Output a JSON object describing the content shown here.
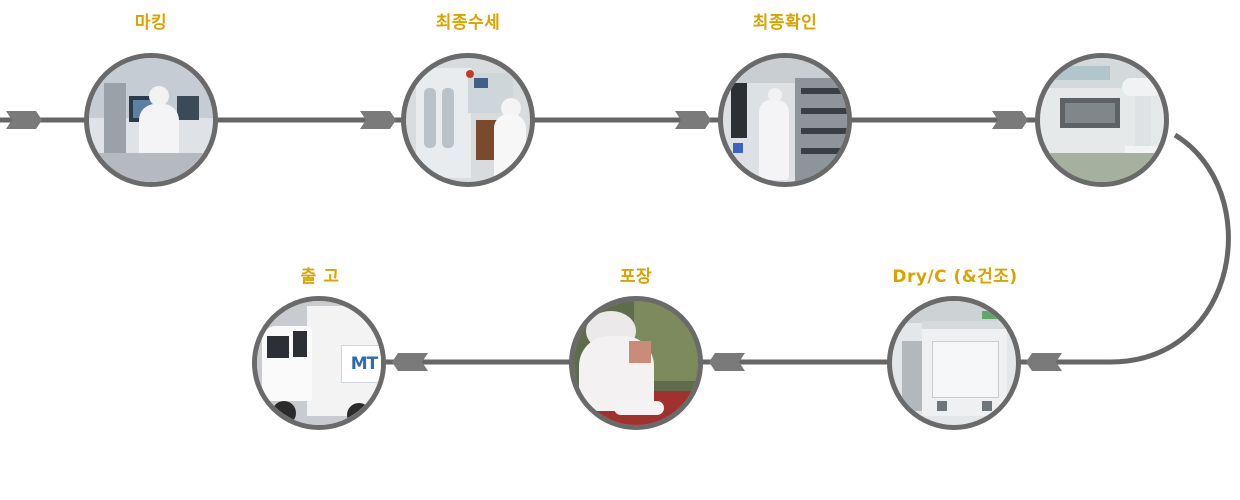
{
  "colors": {
    "line": "#666666",
    "arrow": "#7a7a7a",
    "ring": "#6a6a6a",
    "label": "#d9a400"
  },
  "steps": [
    {
      "id": "marking",
      "label": "마킹",
      "scene": "cleanroom-worker-at-machine"
    },
    {
      "id": "final-wash",
      "label": "최종수세",
      "scene": "cleanroom-washing-station"
    },
    {
      "id": "final-check",
      "label": "최종확인",
      "scene": "cleanroom-equipment-rack"
    },
    {
      "id": "inspection",
      "label": "",
      "scene": "laboratory-microscope"
    },
    {
      "id": "dry",
      "label": "Dry/C (&건조)",
      "scene": "drying-oven"
    },
    {
      "id": "packing",
      "label": "포장",
      "scene": "cleanroom-packing"
    },
    {
      "id": "shipping",
      "label": "출 고",
      "scene": "delivery-truck"
    }
  ],
  "truck_logo": "MT"
}
